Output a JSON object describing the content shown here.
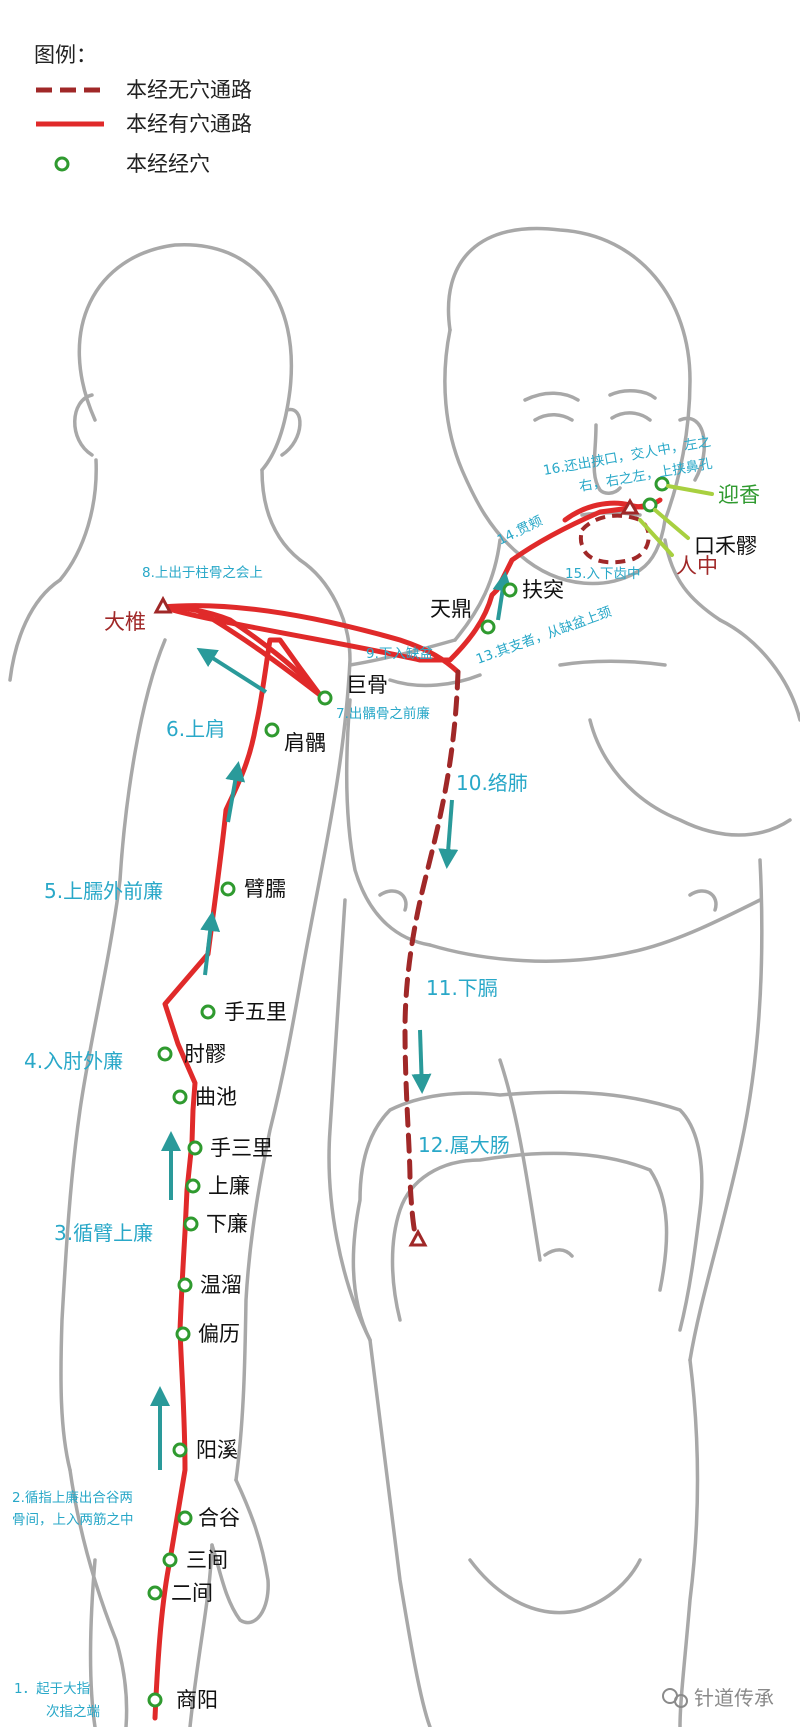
{
  "legend": {
    "title": "图例：",
    "items": [
      {
        "label": "本经无穴通路",
        "icon": "dashed-line-icon"
      },
      {
        "label": "本经有穴通路",
        "icon": "solid-line-icon"
      },
      {
        "label": "本经经穴",
        "icon": "acupoint-circle-icon"
      }
    ]
  },
  "colors": {
    "solid_path": "#e02a2a",
    "dashed_path": "#a02828",
    "acupoint": "#2f9a2f",
    "step_text": "#29a8c8",
    "arrow": "#2a9a9a",
    "body_outline": "#a8a8a8",
    "special_point": "#a02828",
    "face_point": "#2f9a2f",
    "face_leader": "#a8d040"
  },
  "acupoints": [
    {
      "id": "shangyang",
      "label": "商阳"
    },
    {
      "id": "erjian",
      "label": "二间"
    },
    {
      "id": "sanjian",
      "label": "三间"
    },
    {
      "id": "hegu",
      "label": "合谷"
    },
    {
      "id": "yangxi",
      "label": "阳溪"
    },
    {
      "id": "pianli",
      "label": "偏历"
    },
    {
      "id": "wenliu",
      "label": "温溜"
    },
    {
      "id": "xialian",
      "label": "下廉"
    },
    {
      "id": "shanglian",
      "label": "上廉"
    },
    {
      "id": "shousanli",
      "label": "手三里"
    },
    {
      "id": "quchi",
      "label": "曲池"
    },
    {
      "id": "zhouliao",
      "label": "肘髎"
    },
    {
      "id": "shouwuli",
      "label": "手五里"
    },
    {
      "id": "binao",
      "label": "臂臑"
    },
    {
      "id": "jianyu",
      "label": "肩髃"
    },
    {
      "id": "jugu",
      "label": "巨骨"
    },
    {
      "id": "tianding",
      "label": "天鼎"
    },
    {
      "id": "futu",
      "label": "扶突"
    },
    {
      "id": "kouheliao",
      "label": "口禾髎"
    },
    {
      "id": "yingxiang",
      "label": "迎香"
    }
  ],
  "special_points": [
    {
      "id": "dazhui",
      "label": "大椎"
    },
    {
      "id": "renzhong",
      "label": "人中"
    }
  ],
  "steps": {
    "s1_a": "1．起于大指",
    "s1_b": "次指之端",
    "s2_a": "2.循指上廉出合谷两",
    "s2_b": "骨间，上入两筋之中",
    "s3": "3.循臂上廉",
    "s4": "4.入肘外廉",
    "s5": "5.上臑外前廉",
    "s6": "6.上肩",
    "s7": "7.出髃骨之前廉",
    "s8": "8.上出于柱骨之会上",
    "s9": "9.下入缺盆",
    "s10": "10.络肺",
    "s11": "11.下膈",
    "s12": "12.属大肠",
    "s13": "13.其支者，从缺盆上颈",
    "s14": "14.贯颊",
    "s15": "15.入下齿中",
    "s16_a": "16.还出挟口，交人中，左之",
    "s16_b": "右，右之左，上挟鼻孔"
  },
  "watermark": "针道传承"
}
